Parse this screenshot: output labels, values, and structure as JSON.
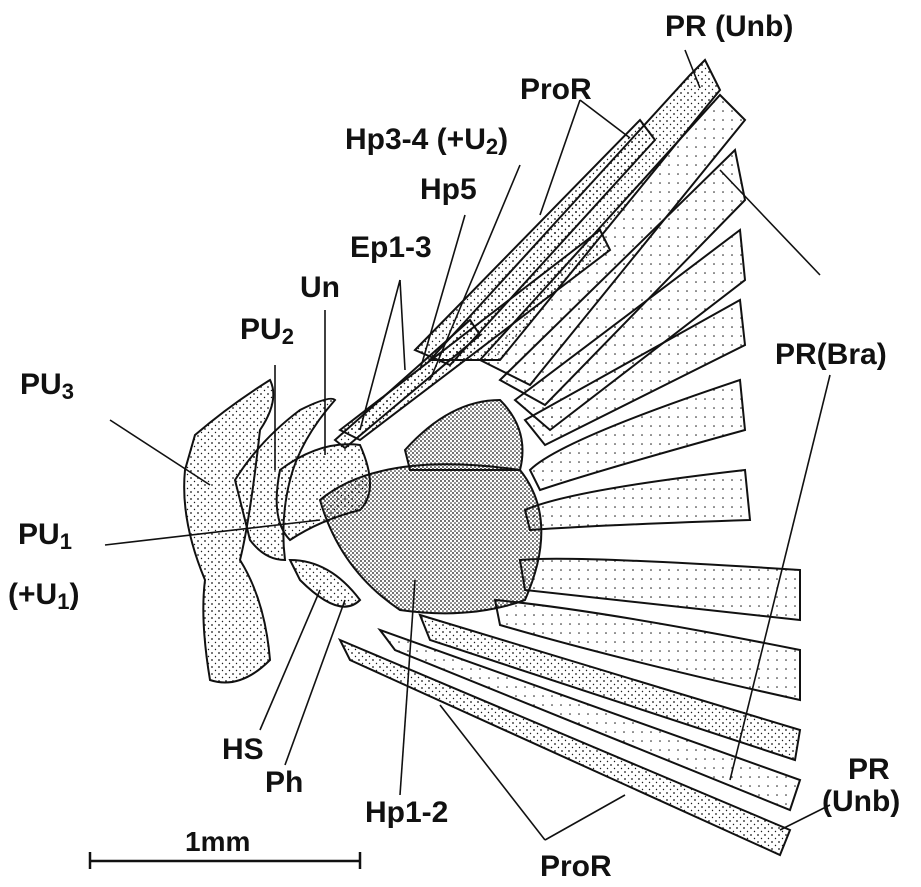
{
  "labels": {
    "pr_unb_top": "PR (Unb)",
    "pror_top": "ProR",
    "hp34_a": "Hp3-4 (+U",
    "hp34_sub": "2",
    "hp34_b": ")",
    "hp5": "Hp5",
    "ep13": "Ep1-3",
    "un": "Un",
    "pu2_a": "PU",
    "pu2_sub": "2",
    "pu3_a": "PU",
    "pu3_sub": "3",
    "pr_bra": "PR(Bra)",
    "pu1_a": "PU",
    "pu1_sub": "1",
    "u1_a": "(+U",
    "u1_sub": "1",
    "u1_b": ")",
    "hs": "HS",
    "ph": "Ph",
    "hp12": "Hp1-2",
    "pr_unb_bottom_1": "PR",
    "pr_unb_bottom_2": "(Unb)",
    "pror_bottom": "ProR"
  },
  "scale_bar": {
    "label": "1mm"
  },
  "colors": {
    "ink": "#111111",
    "paper": "#ffffff",
    "stipple": "#1a1a1a"
  }
}
